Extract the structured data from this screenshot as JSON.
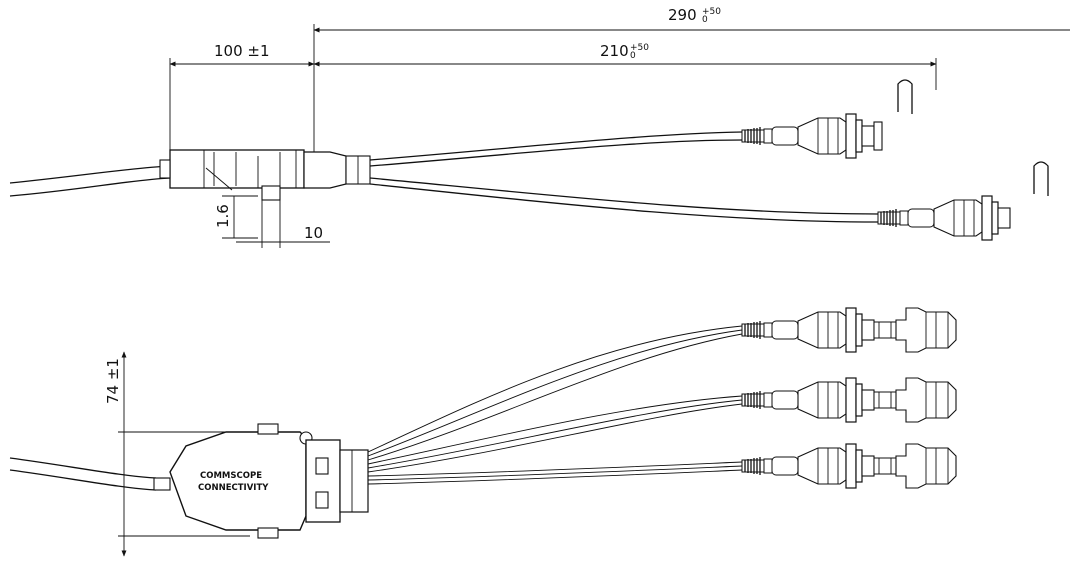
{
  "dimensions": {
    "total_length": {
      "value": "290",
      "tol_upper": "+50",
      "tol_lower": "0"
    },
    "breakout_length": {
      "value": "210",
      "tol_upper": "+50",
      "tol_lower": "0"
    },
    "housing_length": {
      "value": "100 ±1"
    },
    "offset": {
      "value": "1.6"
    },
    "flange": {
      "value": "10"
    },
    "housing_height": {
      "value": "74 ±1"
    }
  },
  "brand_label": {
    "line1": "COMMSCOPE",
    "line2": "CONNECTIVITY"
  }
}
